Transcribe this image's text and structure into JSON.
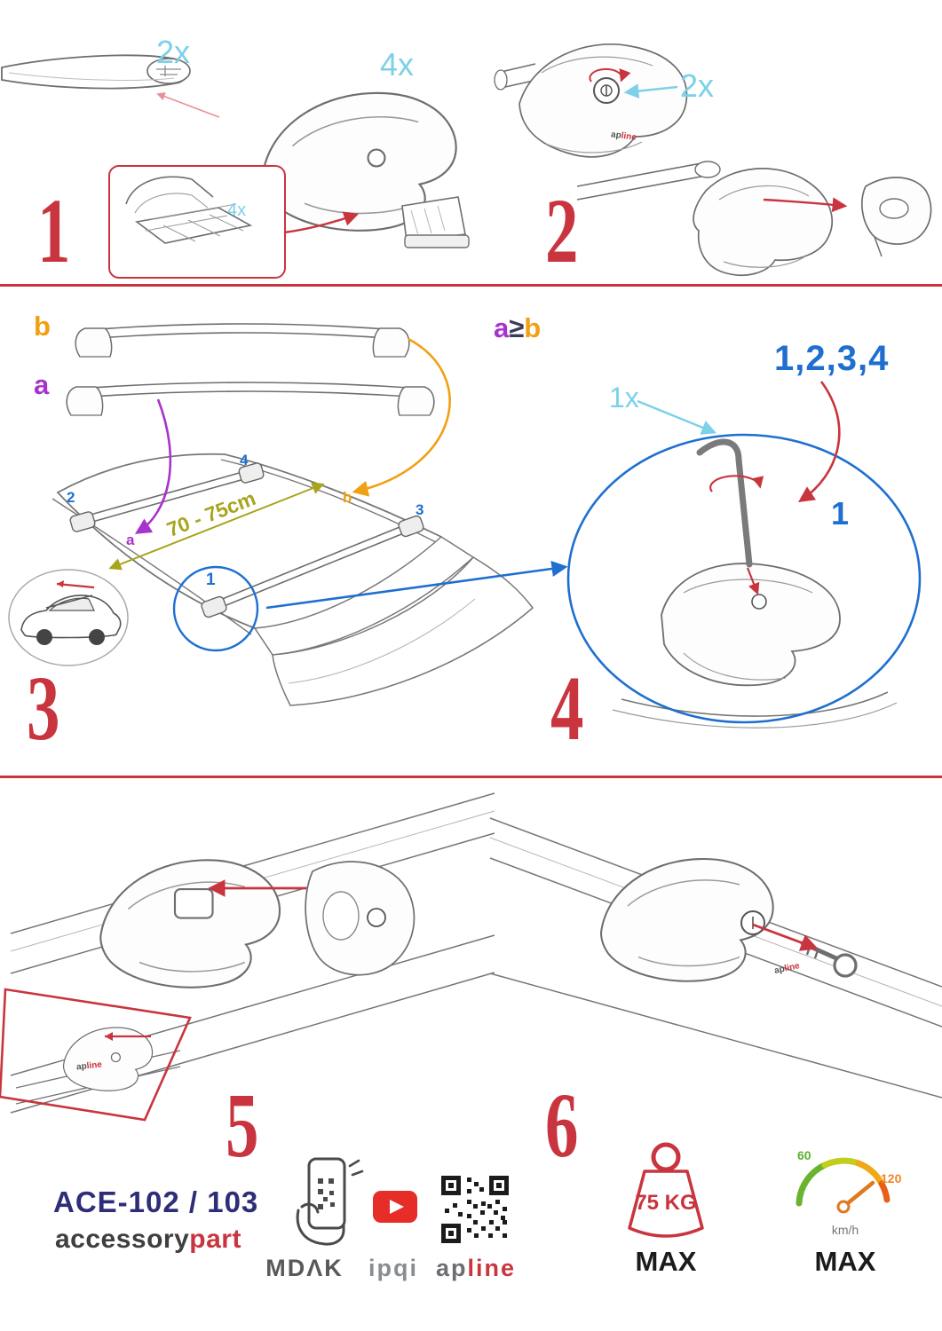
{
  "colors": {
    "accent_red": "#c9353f",
    "cyan": "#7cd0e8",
    "blue": "#1e6fd0",
    "purple": "#a833cc",
    "orange": "#f0a013",
    "olive": "#a8a41c",
    "navy": "#2e2d78",
    "gray": "#6d6e71",
    "youtube_red": "#e62d27",
    "speed_green": "#5cb02e",
    "speed_orange": "#f08424"
  },
  "brand": {
    "ap": "ap",
    "line": "line"
  },
  "step1": {
    "number": "1",
    "bar_qty": "2x",
    "foot_qty": "4x",
    "pad_qty": "4x"
  },
  "step2": {
    "number": "2",
    "lock_qty": "2x"
  },
  "step3": {
    "number": "3",
    "bar_b_label": "b",
    "bar_a_label": "a",
    "distance": "70 - 75cm",
    "pos_1": "1",
    "pos_2": "2",
    "pos_3": "3",
    "pos_4": "4",
    "pos_a": "a",
    "pos_b": "b"
  },
  "step4": {
    "number": "4",
    "cond_a": "a",
    "cond_op": "≥",
    "cond_b": "b",
    "order": "1,2,3,4",
    "order_first": "1",
    "key_qty": "1x"
  },
  "step5": {
    "number": "5"
  },
  "step6": {
    "number": "6"
  },
  "footer": {
    "model": "ACE-102 / 103",
    "brand_gray": "accessory",
    "brand_red": "part",
    "partner1": "MDΛK",
    "partner2": "ipqi",
    "weight_value": "75 KG",
    "weight_max": "MAX",
    "speed_low": "60",
    "speed_high": "120",
    "speed_unit": "km/h",
    "speed_max": "MAX"
  },
  "icons": {
    "youtube-play-icon": "▶",
    "qr-code-icon": "▦",
    "phone-scan-icon": "📱",
    "weight-tag-icon": "⚖",
    "speedometer-icon": "◔",
    "allen-key-icon": "⌐",
    "car-key-icon": "⚿"
  }
}
